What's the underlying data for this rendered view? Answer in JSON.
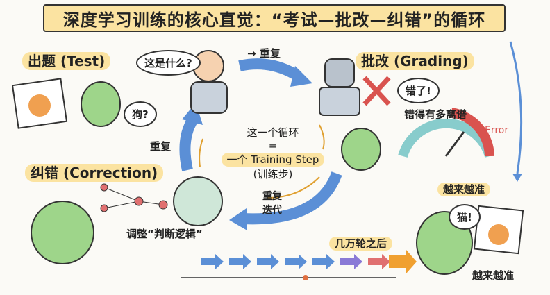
{
  "title": "深度学习训练的核心直觉：“考试—批改—纠错”的循环",
  "test": {
    "label": "出题 (Test)",
    "teacher_bubble": "这是什么?",
    "alien_bubble": "狗?"
  },
  "top_arrow_label": "→ 重复",
  "grading": {
    "label": "批改 (Grading)",
    "robot_bubble": "错了!",
    "gauge_caption": "错得有多离谱",
    "gauge_label": "Error"
  },
  "center": {
    "line1": "这一个循环",
    "equals": "=",
    "line2": "一个 Training Step",
    "line3": "(训练步)"
  },
  "left_repeat": "重复",
  "bottom_repeat": [
    "重复",
    "迭代"
  ],
  "correction": {
    "label": "纠错 (Correction)",
    "caption": "调整“判断逻辑”"
  },
  "progress": {
    "label": "几万轮之后"
  },
  "result": {
    "top_label": "越来越准",
    "alien_bubble": "猫!",
    "bottom_label": "越来越准"
  },
  "colors": {
    "banner": "#fbe3a1",
    "arrow_blue": "#5b8fd6",
    "alien_green": "#9ed58a",
    "error_red": "#d9534f",
    "arrow_orange": "#e0a030"
  }
}
